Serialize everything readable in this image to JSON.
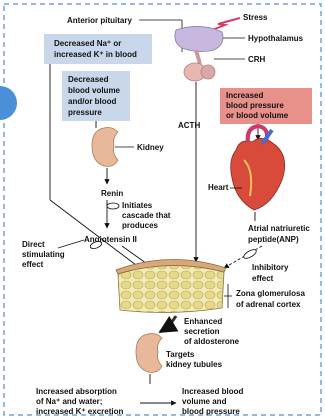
{
  "labels": {
    "anterior_pituitary": "Anterior pituitary",
    "stress": "Stress",
    "hypothalamus": "Hypothalamus",
    "crh": "CRH",
    "acth": "ACTH",
    "box_decreased_line1": "Decreased Na⁺ or",
    "box_decreased_line2": "increased K⁺ in blood",
    "box_volume_line1": "Decreased",
    "box_volume_line2": "blood volume",
    "box_volume_line3": "and/or blood",
    "box_volume_line4": "pressure",
    "kidney": "Kidney",
    "renin": "Renin",
    "initiates_line1": "Initiates",
    "initiates_line2": "cascade that",
    "initiates_line3": "produces",
    "angiotensin": "Angiotensin II",
    "direct_line1": "Direct",
    "direct_line2": "stimulating",
    "direct_line3": "effect",
    "box_increased_line1": "Increased",
    "box_increased_line2": "blood pressure",
    "box_increased_line3": "or blood volume",
    "heart": "Heart",
    "anp_line1": "Atrial natriuretic",
    "anp_line2": "peptide(ANP)",
    "inhibitory_line1": "Inhibitory",
    "inhibitory_line2": "effect",
    "zona_line1": "Zona glomerulosa",
    "zona_line2": "of adrenal cortex",
    "enhanced_line1": "Enhanced",
    "enhanced_line2": "secretion",
    "enhanced_line3": "of aldosterone",
    "targets_line1": "Targets",
    "targets_line2": "kidney tubules",
    "absorption_line1": "Increased absorption",
    "absorption_line2": "of Na⁺ and water;",
    "absorption_line3": "increased K⁺ excretion",
    "result_line1": "Increased blood",
    "result_line2": "volume and",
    "result_line3": "blood pressure"
  },
  "colors": {
    "dashed_border": "#4a90d9",
    "blue_box": "#c9d7ea",
    "red_box": "#e8908a",
    "side_circle": "#4a90d9",
    "kidney": "#e8b89a",
    "adrenal": "#f3ecb8",
    "heart": "#d84a3a"
  }
}
